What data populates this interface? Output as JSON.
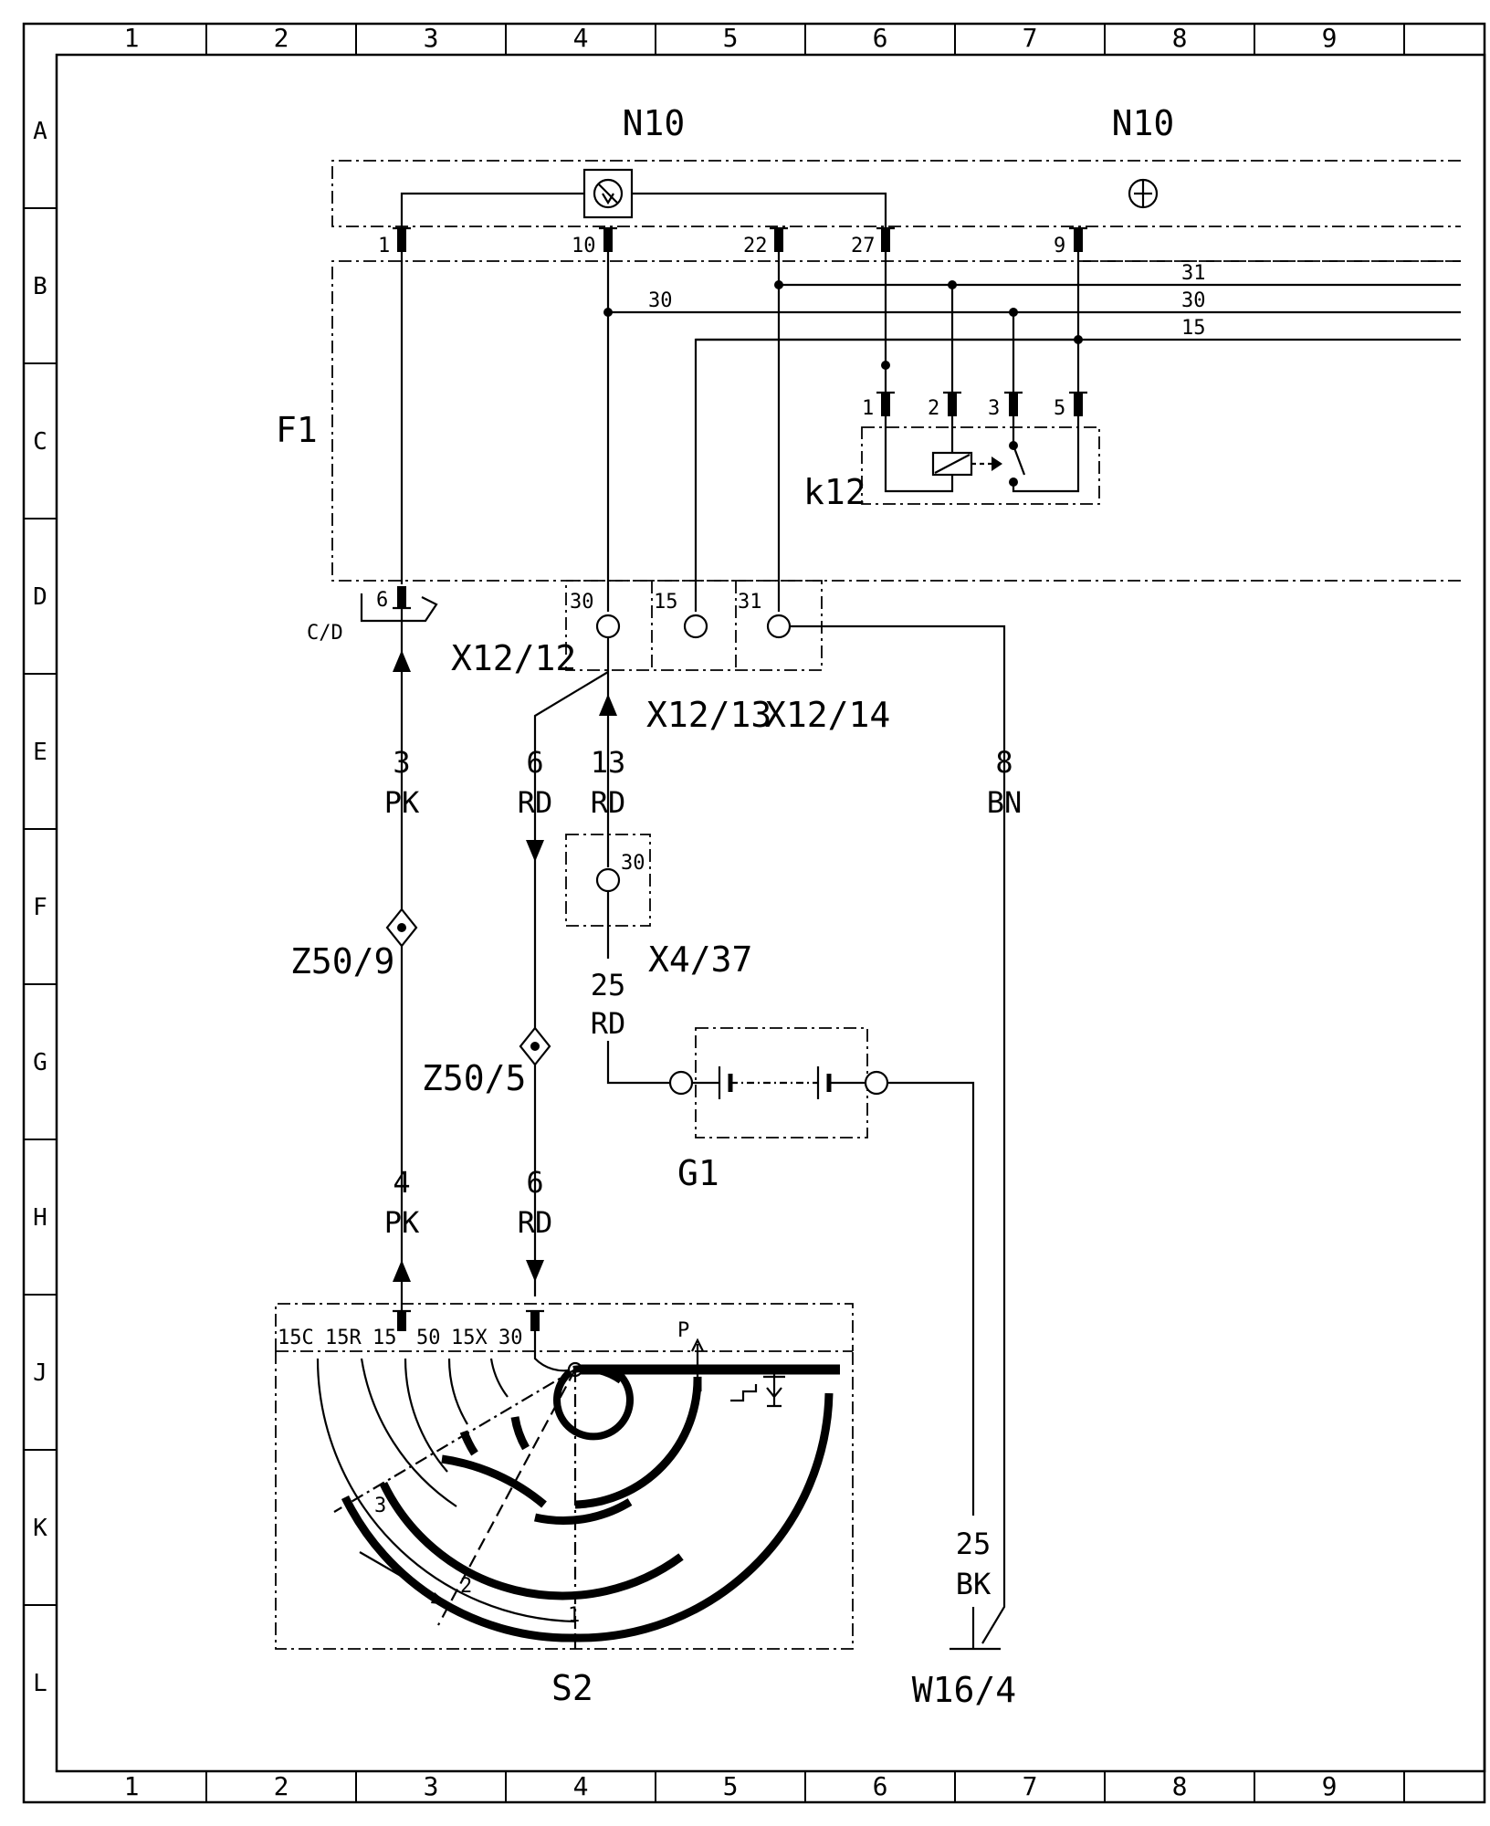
{
  "grid": {
    "columns": [
      "1",
      "2",
      "3",
      "4",
      "5",
      "6",
      "7",
      "8",
      "9"
    ],
    "rows": [
      "A",
      "B",
      "C",
      "D",
      "E",
      "F",
      "G",
      "H",
      "J",
      "K",
      "L"
    ]
  },
  "components": {
    "n10_left": "N10",
    "n10_right": "N10",
    "f1": "F1",
    "k12": "k12",
    "cd": "C/D",
    "x12_12": "X12/12",
    "x12_13": "X12/13",
    "x12_14": "X12/14",
    "x4_37": "X4/37",
    "g1": "G1",
    "z50_9": "Z50/9",
    "z50_5": "Z50/5",
    "s2": "S2",
    "w16_4": "W16/4"
  },
  "n10_pins": [
    "1",
    "10",
    "22",
    "27",
    "9"
  ],
  "bus_labels": [
    "31",
    "30",
    "15"
  ],
  "bus_junction_label": "30",
  "k12_pins": [
    "1",
    "2",
    "3",
    "5"
  ],
  "f1_pin": "6",
  "x12_terminals": [
    "30",
    "15",
    "31"
  ],
  "x4_37_terminal": "30",
  "wires": {
    "pk_upper": {
      "num": "3",
      "color": "PK"
    },
    "rd_left_upper": {
      "num": "6",
      "color": "RD"
    },
    "rd_center": {
      "num": "13",
      "color": "RD"
    },
    "bn_right": {
      "num": "8",
      "color": "BN"
    },
    "rd_battery": {
      "num": "25",
      "color": "RD"
    },
    "pk_lower": {
      "num": "4",
      "color": "PK"
    },
    "rd_left_lower": {
      "num": "6",
      "color": "RD"
    },
    "bk_ground": {
      "num": "25",
      "color": "BK"
    }
  },
  "s2_terminals": [
    "15C",
    "15R",
    "15",
    "50",
    "15X",
    "30",
    "P"
  ],
  "s2_positions": [
    "3",
    "2",
    "1"
  ]
}
